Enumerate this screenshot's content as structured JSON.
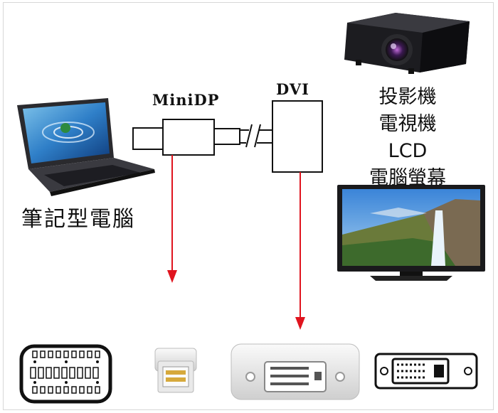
{
  "labels": {
    "minidp": "MiniDP",
    "dvi": "DVI",
    "laptop": "筆記型電腦",
    "devices": [
      "投影機",
      "電視機",
      "LCD",
      "電腦螢幕"
    ]
  },
  "colors": {
    "arrow": "#e0141e",
    "line": "#111111"
  }
}
